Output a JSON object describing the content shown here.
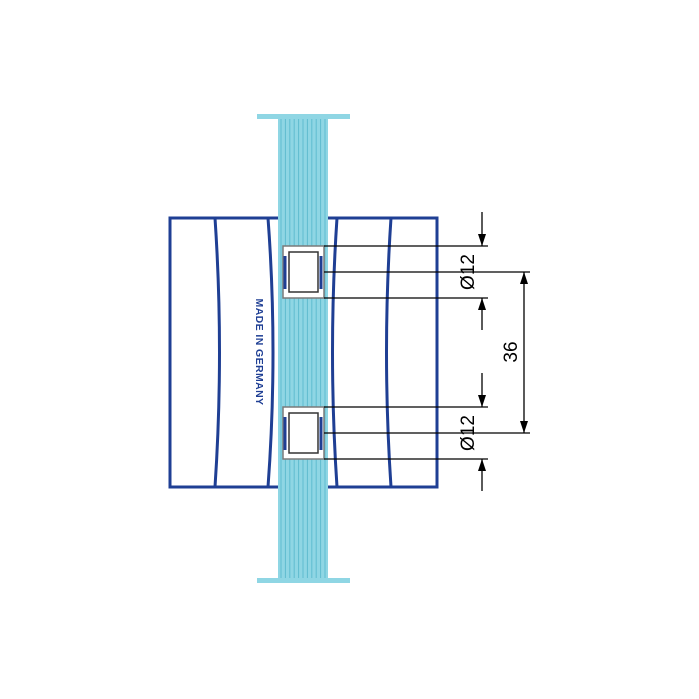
{
  "drawing": {
    "colors": {
      "outline": "#1f3f94",
      "glass": "#8fd6e4",
      "glass_lines": "#5fbccf",
      "glass_edge": "#6cc8dc",
      "dimension": "#000000",
      "stamp": "#1f3f94"
    },
    "stamp_text": "MADE IN GERMANY",
    "dimensions": {
      "bore_upper": "Ø12",
      "bore_lower": "Ø12",
      "spacing": "36"
    }
  }
}
